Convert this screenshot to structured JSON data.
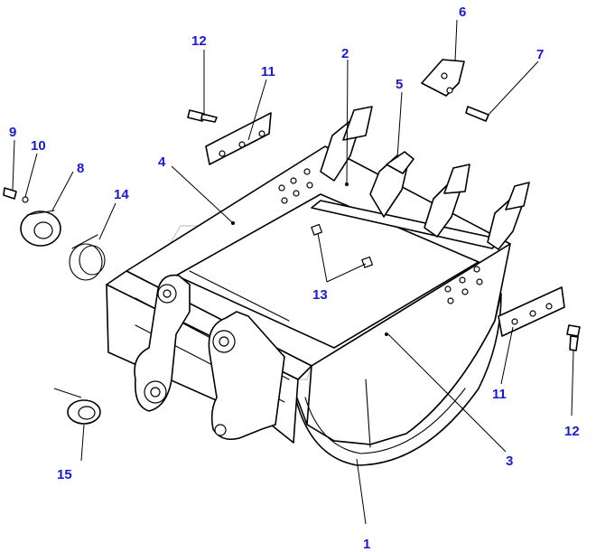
{
  "callout_color": "#1a1ad0",
  "callouts": [
    {
      "id": "c1",
      "label": "1"
    },
    {
      "id": "c2",
      "label": "2"
    },
    {
      "id": "c3",
      "label": "3"
    },
    {
      "id": "c4",
      "label": "4"
    },
    {
      "id": "c5",
      "label": "5"
    },
    {
      "id": "c6",
      "label": "6"
    },
    {
      "id": "c7",
      "label": "7"
    },
    {
      "id": "c8",
      "label": "8"
    },
    {
      "id": "c9",
      "label": "9"
    },
    {
      "id": "c10",
      "label": "10"
    },
    {
      "id": "c11a",
      "label": "11"
    },
    {
      "id": "c11b",
      "label": "11"
    },
    {
      "id": "c12a",
      "label": "12"
    },
    {
      "id": "c12b",
      "label": "12"
    },
    {
      "id": "c13",
      "label": "13"
    },
    {
      "id": "c14",
      "label": "14"
    },
    {
      "id": "c15",
      "label": "15"
    }
  ]
}
